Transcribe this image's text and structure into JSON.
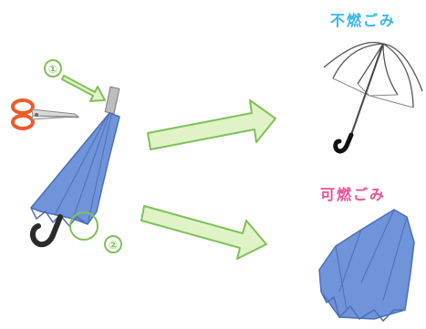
{
  "labels": {
    "noncombustible": "不燃ごみ",
    "combustible": "可燃ごみ",
    "step1_marker": "①",
    "step2_marker": "②"
  },
  "colors": {
    "noncombustible": "#35b6e8",
    "combustible": "#ec4f93",
    "arrow_fill": "#dff3c6",
    "arrow_stroke": "#7ec15a",
    "canopy": "#6f94d9",
    "canopy_dark": "#4d6eb8",
    "handle": "#2b2b2b",
    "scissors_handle": "#ee5b2a",
    "marker": "#7ec15a"
  },
  "icons": {
    "scissors": "scissors-icon",
    "closed_umbrella": "closed-umbrella-icon",
    "umbrella_frame": "umbrella-frame-icon",
    "umbrella_canopy_cloth": "umbrella-canopy-cloth-icon"
  }
}
